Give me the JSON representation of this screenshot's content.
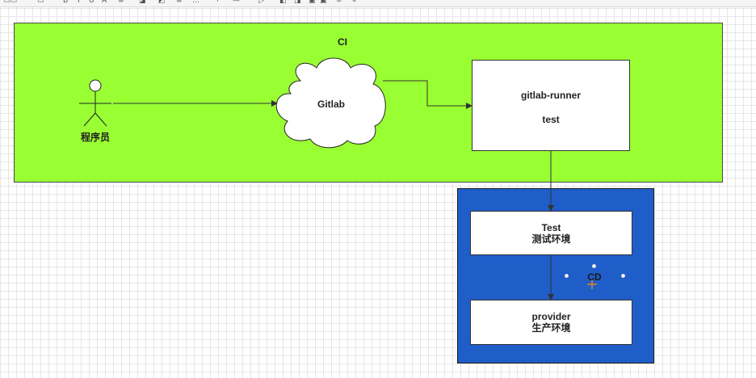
{
  "diagram": {
    "ci_label": "CI",
    "actor_label": "程序员",
    "gitlab_label": "Gitlab",
    "runner": {
      "title": "gitlab-runner",
      "subtitle": "test"
    },
    "cd_label": "CD",
    "test_env": {
      "line1": "Test",
      "line2": "测试环境"
    },
    "prod_env": {
      "line1": "provider",
      "line2": "生产环境"
    }
  },
  "colors": {
    "ci_fill": "#99ff33",
    "cd_fill": "#1f5dc9",
    "edge": "#333333",
    "cursor": "#e08a1a"
  }
}
